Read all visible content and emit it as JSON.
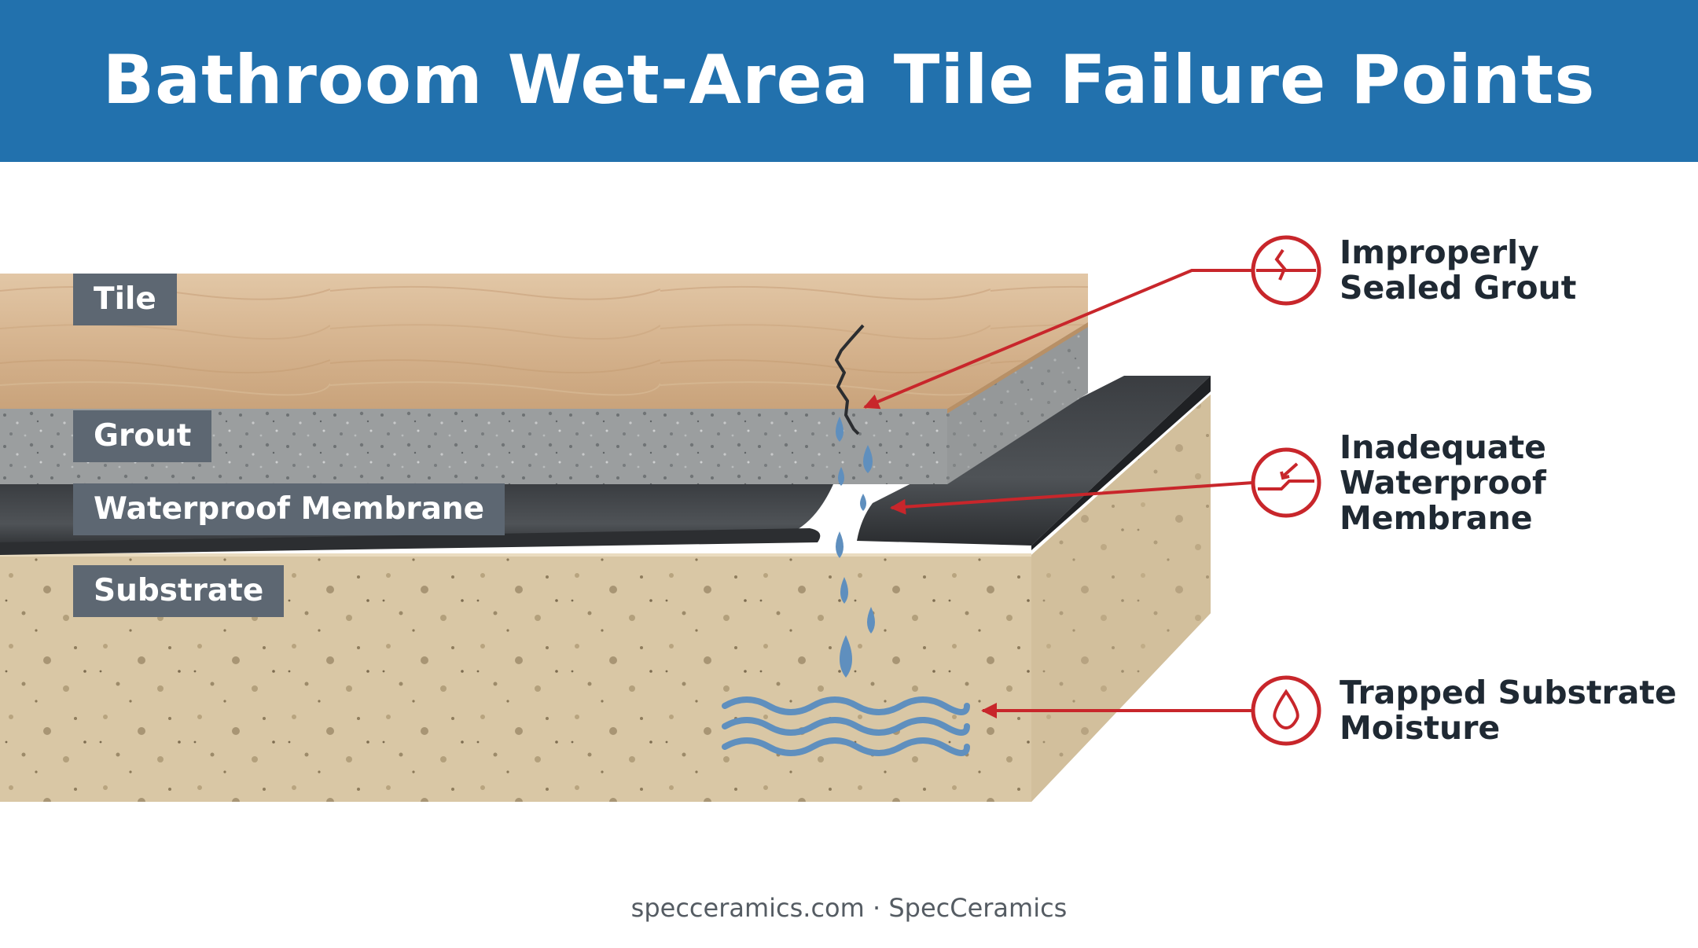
{
  "title": "Bathroom Wet-Area Tile Failure Points",
  "layers": {
    "tile": "Tile",
    "grout": "Grout",
    "membrane": "Waterproof Membrane",
    "substrate": "Substrate"
  },
  "callouts": [
    {
      "line1": "Improperly",
      "line2": "Sealed Grout",
      "line3": "",
      "icon": "cracked-grout-icon"
    },
    {
      "line1": "Inadequate",
      "line2": "Waterproof",
      "line3": "Membrane",
      "icon": "torn-membrane-icon"
    },
    {
      "line1": "Trapped Substrate",
      "line2": "Moisture",
      "line3": "",
      "icon": "water-drop-icon"
    }
  ],
  "footer": "specceramics.com · SpecCeramics",
  "colors": {
    "header": "#2271ad",
    "accent_red": "#c8262b",
    "water": "#5f8fbe",
    "label_bg": "#5d6772"
  }
}
